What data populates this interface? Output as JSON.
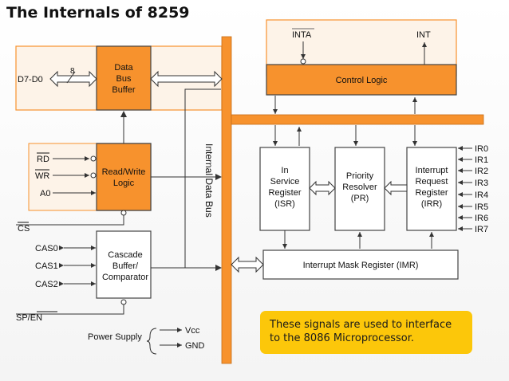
{
  "title": "The Internals of 8259",
  "bus_label": "Internal Data Bus",
  "blocks": {
    "data_bus_buffer": [
      "Data",
      "Bus",
      "Buffer"
    ],
    "read_write_logic": [
      "Read/Write",
      "Logic"
    ],
    "cascade": [
      "Cascade",
      "Buffer/",
      "Comparator"
    ],
    "control_logic": "Control Logic",
    "isr": [
      "In",
      "Service",
      "Register",
      "(ISR)"
    ],
    "pr": [
      "Priority",
      "Resolver",
      "(PR)"
    ],
    "irr": [
      "Interrupt",
      "Request",
      "Register",
      "(IRR)"
    ],
    "imr": "Interrupt Mask Register (IMR)"
  },
  "signals": {
    "data_lines": "D7-D0",
    "bus_width": "8",
    "rd": "RD",
    "wr": "WR",
    "a0": "A0",
    "cs": "CS",
    "cas0": "CAS0",
    "cas1": "CAS1",
    "cas2": "CAS2",
    "sp_en": "SP/EN",
    "inta": "INTA",
    "int": "INT",
    "ir_lines": [
      "IR0",
      "IR1",
      "IR2",
      "IR3",
      "IR4",
      "IR5",
      "IR6",
      "IR7"
    ]
  },
  "power": {
    "label": "Power Supply",
    "vcc": "Vcc",
    "gnd": "GND"
  },
  "note": "These signals are used to interface to the 8086 Microprocessor.",
  "colors": {
    "orange": "#f7922d",
    "border": "#5a5a5a",
    "light_orange": "#fdf3e8",
    "note_yellow": "#fcc70a"
  }
}
